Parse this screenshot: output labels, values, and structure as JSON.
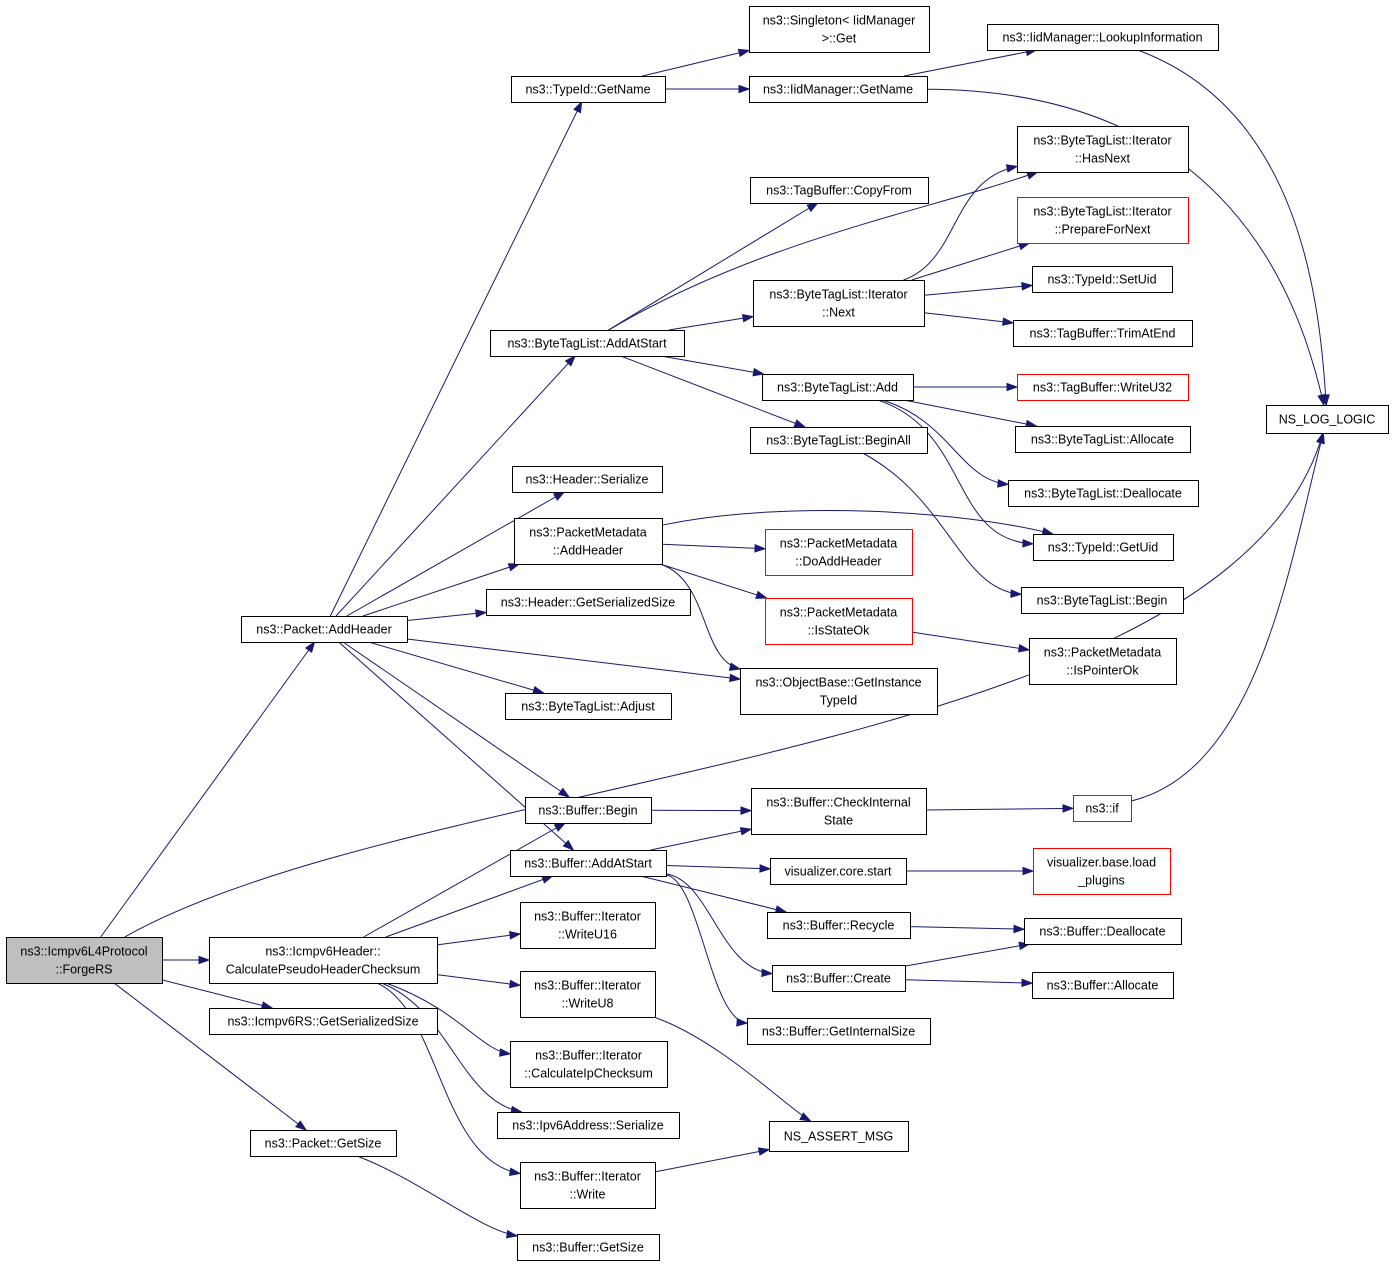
{
  "diagram": {
    "nodes": [
      {
        "id": "forge_rs",
        "lines": [
          "ns3::Icmpv6L4Protocol",
          "::ForgeRS"
        ],
        "style": "root"
      },
      {
        "id": "packet_addheader",
        "lines": [
          "ns3::Packet::AddHeader"
        ]
      },
      {
        "id": "calc_pseudo",
        "lines": [
          "ns3::Icmpv6Header::",
          "CalculatePseudoHeaderChecksum"
        ]
      },
      {
        "id": "icmpv6rs_size",
        "lines": [
          "ns3::Icmpv6RS::GetSerializedSize"
        ]
      },
      {
        "id": "packet_getsize",
        "lines": [
          "ns3::Packet::GetSize"
        ]
      },
      {
        "id": "typeid_getname",
        "lines": [
          "ns3::TypeId::GetName"
        ]
      },
      {
        "id": "singleton_get",
        "lines": [
          "ns3::Singleton< IidManager",
          ">::Get"
        ]
      },
      {
        "id": "iid_getname",
        "lines": [
          "ns3::IidManager::GetName"
        ]
      },
      {
        "id": "iid_lookup",
        "lines": [
          "ns3::IidManager::LookupInformation"
        ]
      },
      {
        "id": "ns_log_logic",
        "lines": [
          "NS_LOG_LOGIC"
        ]
      },
      {
        "id": "btl_hasnext",
        "lines": [
          "ns3::ByteTagList::Iterator",
          "::HasNext"
        ]
      },
      {
        "id": "tagbuffer_copyfrom",
        "lines": [
          "ns3::TagBuffer::CopyFrom"
        ]
      },
      {
        "id": "btl_preparefornext",
        "lines": [
          "ns3::ByteTagList::Iterator",
          "::PrepareForNext"
        ],
        "style": "red"
      },
      {
        "id": "typeid_setuid",
        "lines": [
          "ns3::TypeId::SetUid"
        ]
      },
      {
        "id": "btl_next",
        "lines": [
          "ns3::ByteTagList::Iterator",
          "::Next"
        ]
      },
      {
        "id": "tagbuffer_trimatend",
        "lines": [
          "ns3::TagBuffer::TrimAtEnd"
        ]
      },
      {
        "id": "btl_addatstart",
        "lines": [
          "ns3::ByteTagList::AddAtStart"
        ]
      },
      {
        "id": "btl_add",
        "lines": [
          "ns3::ByteTagList::Add"
        ]
      },
      {
        "id": "tagbuffer_writeu32",
        "lines": [
          "ns3::TagBuffer::WriteU32"
        ],
        "style": "red"
      },
      {
        "id": "btl_allocate",
        "lines": [
          "ns3::ByteTagList::Allocate"
        ]
      },
      {
        "id": "btl_beginall",
        "lines": [
          "ns3::ByteTagList::BeginAll"
        ]
      },
      {
        "id": "btl_deallocate",
        "lines": [
          "ns3::ByteTagList::Deallocate"
        ]
      },
      {
        "id": "header_serialize",
        "lines": [
          "ns3::Header::Serialize"
        ]
      },
      {
        "id": "pm_addheader",
        "lines": [
          "ns3::PacketMetadata",
          "::AddHeader"
        ]
      },
      {
        "id": "typeid_getuid",
        "lines": [
          "ns3::TypeId::GetUid"
        ]
      },
      {
        "id": "pm_doaddheader",
        "lines": [
          "ns3::PacketMetadata",
          "::DoAddHeader"
        ],
        "style": "red"
      },
      {
        "id": "btl_begin",
        "lines": [
          "ns3::ByteTagList::Begin"
        ]
      },
      {
        "id": "header_getsersize",
        "lines": [
          "ns3::Header::GetSerializedSize"
        ]
      },
      {
        "id": "pm_isstateok",
        "lines": [
          "ns3::PacketMetadata",
          "::IsStateOk"
        ],
        "style": "red"
      },
      {
        "id": "pm_ispointerok",
        "lines": [
          "ns3::PacketMetadata",
          "::IsPointerOk"
        ]
      },
      {
        "id": "ob_getinstancetypeid",
        "lines": [
          "ns3::ObjectBase::GetInstance",
          "TypeId"
        ]
      },
      {
        "id": "btl_adjust",
        "lines": [
          "ns3::ByteTagList::Adjust"
        ]
      },
      {
        "id": "buffer_begin",
        "lines": [
          "ns3::Buffer::Begin"
        ]
      },
      {
        "id": "buffer_checkinternal",
        "lines": [
          "ns3::Buffer::CheckInternal",
          "State"
        ]
      },
      {
        "id": "ns3_if",
        "lines": [
          "ns3::if"
        ],
        "style": "red"
      },
      {
        "id": "buffer_addatstart",
        "lines": [
          "ns3::Buffer::AddAtStart"
        ]
      },
      {
        "id": "vis_core_start",
        "lines": [
          "visualizer.core.start"
        ]
      },
      {
        "id": "vis_base_load",
        "lines": [
          "visualizer.base.load",
          "_plugins"
        ],
        "style": "red"
      },
      {
        "id": "buffer_recycle",
        "lines": [
          "ns3::Buffer::Recycle"
        ]
      },
      {
        "id": "buffer_deallocate",
        "lines": [
          "ns3::Buffer::Deallocate"
        ]
      },
      {
        "id": "bi_writeu16",
        "lines": [
          "ns3::Buffer::Iterator",
          "::WriteU16"
        ]
      },
      {
        "id": "buffer_create",
        "lines": [
          "ns3::Buffer::Create"
        ]
      },
      {
        "id": "buffer_allocate",
        "lines": [
          "ns3::Buffer::Allocate"
        ]
      },
      {
        "id": "bi_writeu8",
        "lines": [
          "ns3::Buffer::Iterator",
          "::WriteU8"
        ]
      },
      {
        "id": "buffer_getinternalsize",
        "lines": [
          "ns3::Buffer::GetInternalSize"
        ]
      },
      {
        "id": "bi_calcipchecksum",
        "lines": [
          "ns3::Buffer::Iterator",
          "::CalculateIpChecksum"
        ]
      },
      {
        "id": "ipv6_serialize",
        "lines": [
          "ns3::Ipv6Address::Serialize"
        ]
      },
      {
        "id": "ns_assert_msg",
        "lines": [
          "NS_ASSERT_MSG"
        ]
      },
      {
        "id": "bi_write",
        "lines": [
          "ns3::Buffer::Iterator",
          "::Write"
        ]
      },
      {
        "id": "buffer_getsize",
        "lines": [
          "ns3::Buffer::GetSize"
        ]
      }
    ],
    "edges": [
      [
        "forge_rs",
        "packet_addheader"
      ],
      [
        "forge_rs",
        "calc_pseudo"
      ],
      [
        "forge_rs",
        "icmpv6rs_size"
      ],
      [
        "forge_rs",
        "packet_getsize"
      ],
      [
        "forge_rs",
        "ns_log_logic"
      ],
      [
        "packet_addheader",
        "typeid_getname"
      ],
      [
        "packet_addheader",
        "btl_addatstart"
      ],
      [
        "packet_addheader",
        "header_serialize"
      ],
      [
        "packet_addheader",
        "pm_addheader"
      ],
      [
        "packet_addheader",
        "header_getsersize"
      ],
      [
        "packet_addheader",
        "ob_getinstancetypeid"
      ],
      [
        "packet_addheader",
        "btl_adjust"
      ],
      [
        "packet_addheader",
        "buffer_begin"
      ],
      [
        "packet_addheader",
        "buffer_addatstart"
      ],
      [
        "typeid_getname",
        "singleton_get"
      ],
      [
        "typeid_getname",
        "iid_getname"
      ],
      [
        "iid_getname",
        "iid_lookup"
      ],
      [
        "iid_getname",
        "ns_log_logic"
      ],
      [
        "iid_lookup",
        "ns_log_logic"
      ],
      [
        "btl_addatstart",
        "tagbuffer_copyfrom"
      ],
      [
        "btl_addatstart",
        "btl_hasnext"
      ],
      [
        "btl_addatstart",
        "btl_next"
      ],
      [
        "btl_addatstart",
        "btl_add"
      ],
      [
        "btl_addatstart",
        "btl_beginall"
      ],
      [
        "btl_next",
        "btl_hasnext"
      ],
      [
        "btl_next",
        "btl_preparefornext"
      ],
      [
        "btl_next",
        "typeid_setuid"
      ],
      [
        "btl_next",
        "tagbuffer_trimatend"
      ],
      [
        "btl_add",
        "tagbuffer_writeu32"
      ],
      [
        "btl_add",
        "btl_allocate"
      ],
      [
        "btl_add",
        "btl_deallocate"
      ],
      [
        "btl_add",
        "typeid_getuid"
      ],
      [
        "btl_beginall",
        "btl_begin"
      ],
      [
        "pm_addheader",
        "typeid_getuid"
      ],
      [
        "pm_addheader",
        "pm_doaddheader"
      ],
      [
        "pm_addheader",
        "pm_isstateok"
      ],
      [
        "pm_addheader",
        "ob_getinstancetypeid"
      ],
      [
        "pm_isstateok",
        "pm_ispointerok"
      ],
      [
        "buffer_begin",
        "buffer_checkinternal"
      ],
      [
        "buffer_checkinternal",
        "ns3_if"
      ],
      [
        "ns3_if",
        "ns_log_logic"
      ],
      [
        "buffer_addatstart",
        "buffer_checkinternal"
      ],
      [
        "buffer_addatstart",
        "vis_core_start"
      ],
      [
        "buffer_addatstart",
        "buffer_recycle"
      ],
      [
        "buffer_addatstart",
        "buffer_create"
      ],
      [
        "buffer_addatstart",
        "buffer_getinternalsize"
      ],
      [
        "vis_core_start",
        "vis_base_load"
      ],
      [
        "buffer_recycle",
        "buffer_deallocate"
      ],
      [
        "buffer_create",
        "buffer_deallocate"
      ],
      [
        "buffer_create",
        "buffer_allocate"
      ],
      [
        "calc_pseudo",
        "buffer_begin"
      ],
      [
        "calc_pseudo",
        "buffer_addatstart"
      ],
      [
        "calc_pseudo",
        "bi_writeu16"
      ],
      [
        "calc_pseudo",
        "bi_writeu8"
      ],
      [
        "calc_pseudo",
        "bi_calcipchecksum"
      ],
      [
        "calc_pseudo",
        "ipv6_serialize"
      ],
      [
        "calc_pseudo",
        "bi_write"
      ],
      [
        "bi_writeu8",
        "ns_assert_msg"
      ],
      [
        "bi_write",
        "ns_assert_msg"
      ],
      [
        "packet_getsize",
        "buffer_getsize"
      ]
    ]
  }
}
